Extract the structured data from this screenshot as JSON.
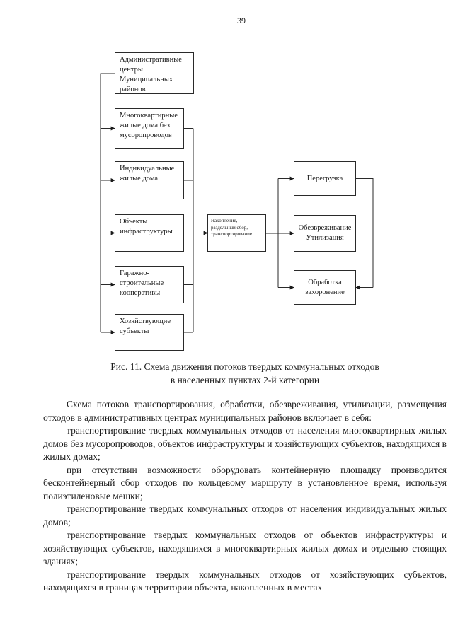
{
  "page": {
    "number": "39"
  },
  "figure": {
    "sources": [
      {
        "label": "Административные\nцентры\nМуниципальных\nрайонов"
      },
      {
        "label": "Многоквартирные\nжилые дома без\nмусоропроводов"
      },
      {
        "label": "Индивидуальные\nжилые дома"
      },
      {
        "label": "Объекты\nинфраструктуры"
      },
      {
        "label": "Гаражно-\nстроительные\nкооперативы"
      },
      {
        "label": "Хозяйствующие\nсубъекты"
      }
    ],
    "process": {
      "label": "Накопление,\nраздельный сбор,\nтранспортирование"
    },
    "destinations": [
      {
        "label": "Перегрузка"
      },
      {
        "label": "Обезвреживание\nУтилизация"
      },
      {
        "label": "Обработка\nзахоронение"
      }
    ],
    "caption": {
      "line1": "Рис. 11. Схема движения потоков твердых коммунальных отходов",
      "line2": "в населенных пунктах 2-й категории"
    }
  },
  "body": {
    "paragraphs": [
      "Схема потоков транспортирования, обработки, обезвреживания, утилизации, размещения отходов в административных центрах муниципальных районов включает в себя:",
      "транспортирование твердых коммунальных отходов от населения многоквартирных жилых домов без мусоропроводов, объектов инфраструктуры и хозяйствующих субъектов, находящихся в жилых домах;",
      "при отсутствии возможности оборудовать контейнерную площадку производится бесконтейнерный сбор отходов по кольцевому маршруту в установленное время, используя полиэтиленовые мешки;",
      "транспортирование твердых коммунальных отходов от населения индивидуальных жилых домов;",
      "транспортирование твердых коммунальных отходов от объектов инфраструктуры и хозяйствующих субъектов, находящихся в многоквартирных жилых домах и отдельно стоящих зданиях;",
      "транспортирование твердых коммунальных отходов от хозяйствующих субъектов, находящихся в границах территории объекта, накопленных в местах"
    ]
  },
  "colors": {
    "ink": "#1b1b1b",
    "paper": "#ffffff"
  }
}
